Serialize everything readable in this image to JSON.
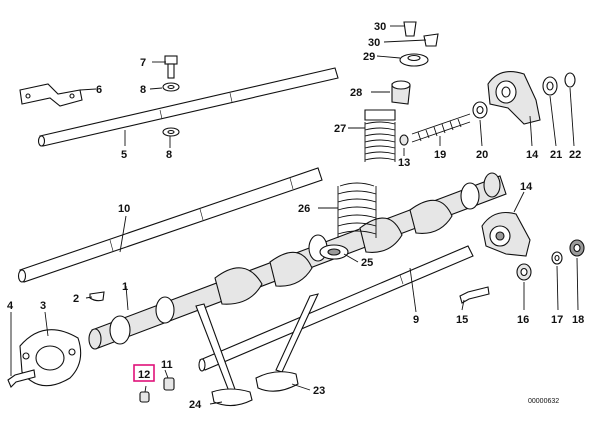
{
  "labels": {
    "p1": "1",
    "p2": "2",
    "p3": "3",
    "p4": "4",
    "p5": "5",
    "p6": "6",
    "p7": "7",
    "p8a": "8",
    "p8b": "8",
    "p9": "9",
    "p10": "10",
    "p11": "11",
    "p12": "12",
    "p13": "13",
    "p14a": "14",
    "p14b": "14",
    "p15": "15",
    "p16": "16",
    "p17": "17",
    "p18": "18",
    "p19": "19",
    "p20": "20",
    "p21": "21",
    "p22": "22",
    "p23": "23",
    "p24": "24",
    "p25": "25",
    "p26": "26",
    "p27": "27",
    "p28": "28",
    "p29": "29",
    "p30a": "30",
    "p30b": "30"
  },
  "highlight": {
    "part": "12",
    "color": "#e0127a"
  },
  "document_number": "00000632"
}
